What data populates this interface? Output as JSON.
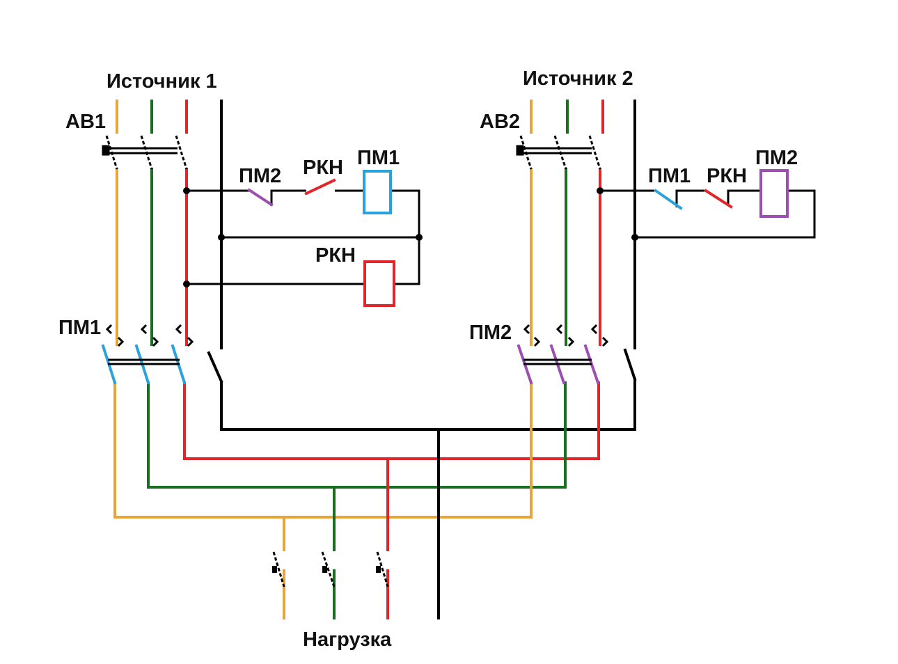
{
  "labels": {
    "source1": "Источник 1",
    "source2": "Источник 2",
    "breaker1": "АВ1",
    "breaker2": "АВ2",
    "contactor1_main": "ПМ1",
    "contactor2_main": "ПМ2",
    "ctrl1_interlock_contact": "ПМ2",
    "ctrl1_relay_contact": "РКН",
    "ctrl1_coil": "ПМ1",
    "relay_coil": "РКН",
    "ctrl2_interlock_contact": "ПМ1",
    "ctrl2_relay_contact": "РКН",
    "ctrl2_coil": "ПМ2",
    "load": "Нагрузка"
  },
  "colors": {
    "phase_a": "#e8a33a",
    "phase_b": "#1a6e1f",
    "phase_c": "#e0262b",
    "neutral": "#000000",
    "pm1": "#2aa3dc",
    "pm2": "#9b4fb0",
    "rkn": "#e0262b"
  }
}
